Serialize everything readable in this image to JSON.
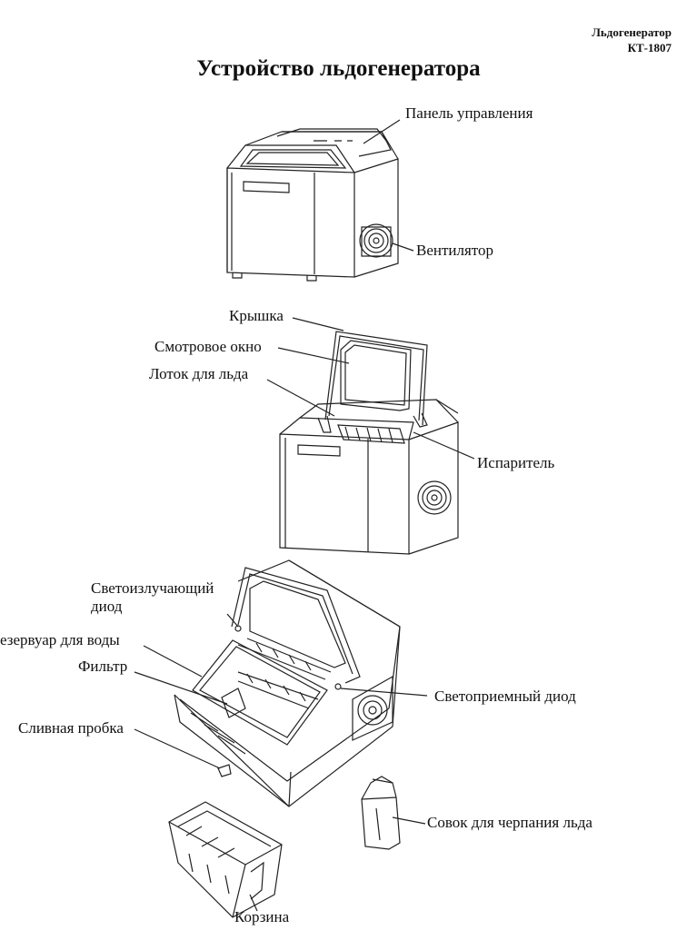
{
  "header": {
    "product": "Льдогенератор",
    "model": "КТ-1807"
  },
  "title": "Устройство льдогенератора",
  "labels": {
    "control_panel": "Панель управления",
    "fan": "Вентилятор",
    "lid": "Крышка",
    "window": "Смотровое окно",
    "ice_tray": "Лоток для льда",
    "evaporator": "Испаритель",
    "led_line1": "Светоизлучающий",
    "led_line2": "диод",
    "reservoir": "езервуар для воды",
    "filter": "Фильтр",
    "drain_plug": "Сливная пробка",
    "receiver_diode": "Светоприемный диод",
    "scoop": "Совок для черпания льда",
    "basket": "Корзина"
  }
}
